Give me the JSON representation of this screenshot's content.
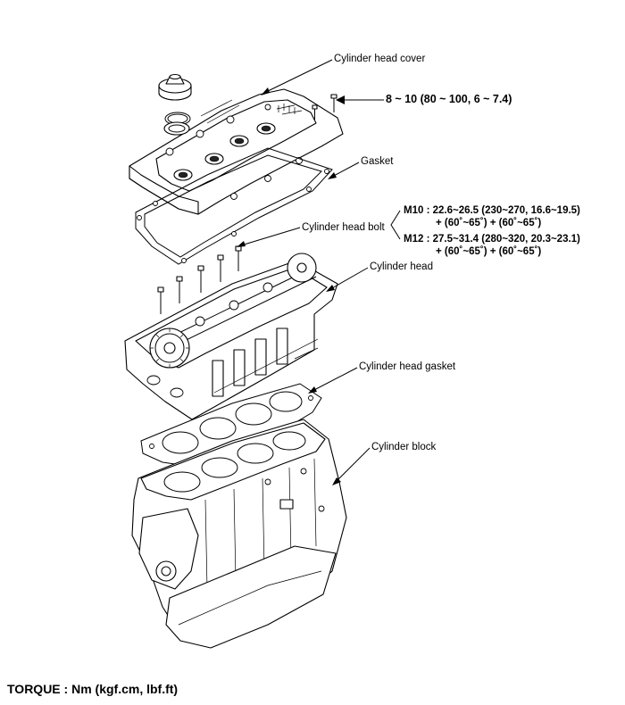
{
  "labels": {
    "cylinder_head_cover": "Cylinder head cover",
    "gasket": "Gasket",
    "cylinder_head_bolt": "Cylinder head bolt",
    "cylinder_head": "Cylinder head",
    "cylinder_head_gasket": "Cylinder head gasket",
    "cylinder_block": "Cylinder block"
  },
  "torque": {
    "cover_bolt": "8 ~ 10 (80 ~ 100, 6 ~ 7.4)",
    "m10_line1": "M10 : 22.6~26.5 (230~270, 16.6~19.5)",
    "m10_line2": "+ (60˚~65˚) + (60˚~65˚)",
    "m12_line1": "M12 : 27.5~31.4 (280~320, 20.3~23.1)",
    "m12_line2": "+ (60˚~65˚) + (60˚~65˚)"
  },
  "footer": "TORQUE : Nm (kgf.cm, lbf.ft)"
}
